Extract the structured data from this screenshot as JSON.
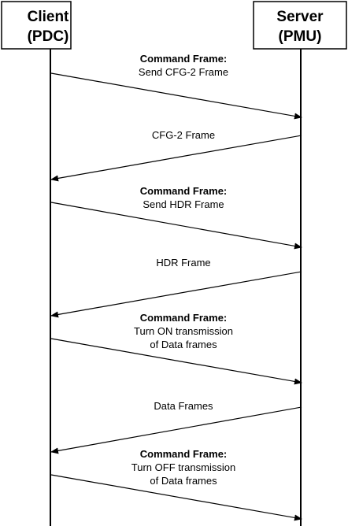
{
  "actors": {
    "client": {
      "line1": "Client",
      "line2": "(PDC)"
    },
    "server": {
      "line1": "Server",
      "line2": "(PMU)"
    }
  },
  "messages": [
    {
      "direction": "client-to-server",
      "lines": [
        {
          "text": "Command Frame:",
          "bold": true
        },
        {
          "text": "Send CFG-2 Frame",
          "bold": false
        }
      ]
    },
    {
      "direction": "server-to-client",
      "lines": [
        {
          "text": "CFG-2 Frame",
          "bold": false
        }
      ]
    },
    {
      "direction": "client-to-server",
      "lines": [
        {
          "text": "Command Frame:",
          "bold": true
        },
        {
          "text": "Send HDR Frame",
          "bold": false
        }
      ]
    },
    {
      "direction": "server-to-client",
      "lines": [
        {
          "text": "HDR Frame",
          "bold": false
        }
      ]
    },
    {
      "direction": "client-to-server",
      "lines": [
        {
          "text": "Command Frame:",
          "bold": true
        },
        {
          "text": "Turn ON transmission",
          "bold": false
        },
        {
          "text": "of Data frames",
          "bold": false
        }
      ]
    },
    {
      "direction": "server-to-client",
      "lines": [
        {
          "text": "Data Frames",
          "bold": false
        }
      ]
    },
    {
      "direction": "client-to-server",
      "lines": [
        {
          "text": "Command Frame:",
          "bold": true
        },
        {
          "text": "Turn OFF transmission",
          "bold": false
        },
        {
          "text": "of Data frames",
          "bold": false
        }
      ]
    }
  ]
}
